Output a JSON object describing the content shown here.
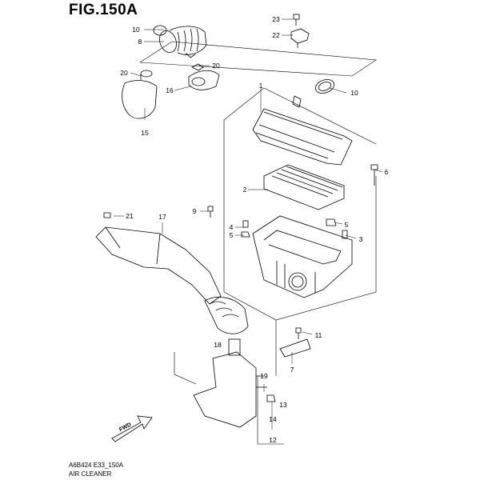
{
  "figure": {
    "title": "FIG.150A",
    "code": "A6B424 E33_150A",
    "name": "AIR CLEANER",
    "direction": "FWD"
  },
  "callouts": [
    "1",
    "2",
    "3",
    "4",
    "5",
    "5",
    "6",
    "7",
    "8",
    "9",
    "10",
    "10",
    "11",
    "12",
    "13",
    "14",
    "15",
    "16",
    "17",
    "18",
    "19",
    "20",
    "20",
    "21",
    "22",
    "23"
  ]
}
